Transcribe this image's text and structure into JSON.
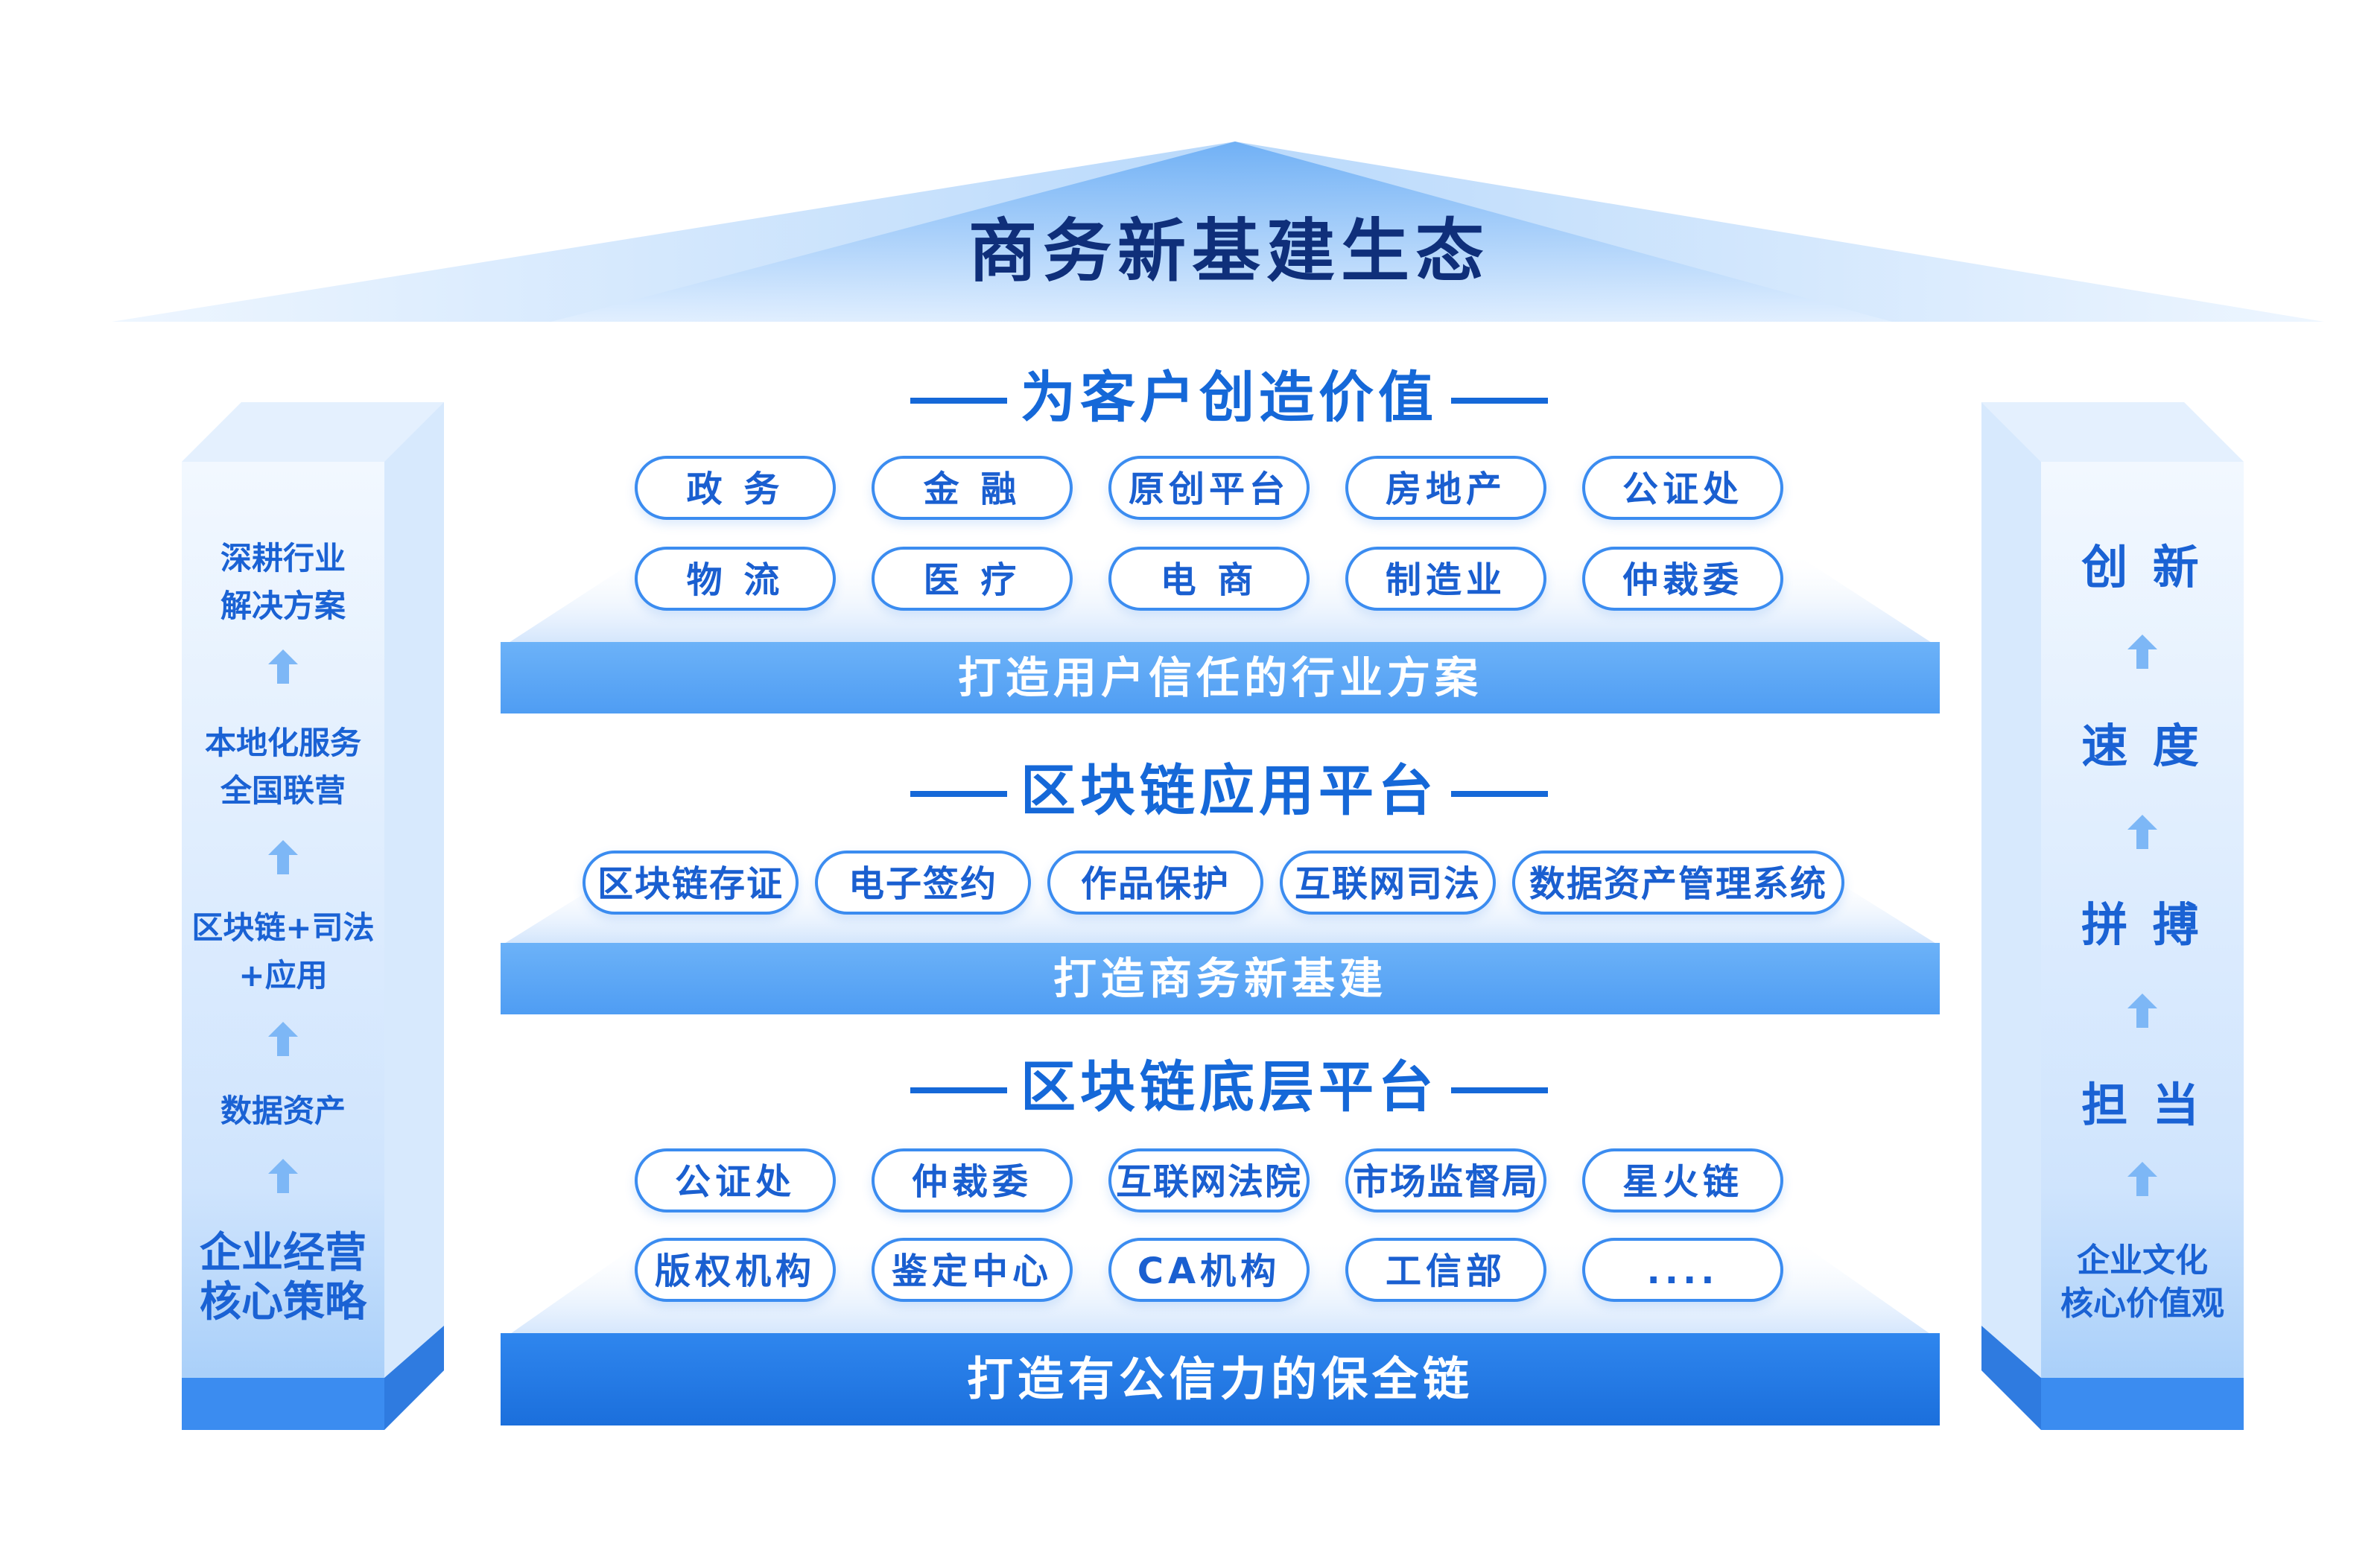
{
  "roof": {
    "title": "商务新基建生态"
  },
  "section1": {
    "title": "为客户创造价值",
    "row1": [
      "政 务",
      "金 融",
      "原创平台",
      "房地产",
      "公证处"
    ],
    "row2": [
      "物 流",
      "医 疗",
      "电 商",
      "制造业",
      "仲裁委"
    ],
    "band": "打造用户信任的行业方案"
  },
  "section2": {
    "title": "区块链应用平台",
    "items": [
      "区块链存证",
      "电子签约",
      "作品保护",
      "互联网司法",
      "数据资产管理系统"
    ],
    "band": "打造商务新基建"
  },
  "section3": {
    "title": "区块链底层平台",
    "row1": [
      "公证处",
      "仲裁委",
      "互联网法院",
      "市场监督局",
      "星火链"
    ],
    "row2": [
      "版权机构",
      "鉴定中心",
      "CA机构",
      "工信部",
      "...."
    ],
    "band": "打造有公信力的保全链"
  },
  "left_pillar": {
    "items": [
      "深耕行业\n解决方案",
      "本地化服务\n全国联营",
      "区块链+司法\n+应用",
      "数据资产",
      "企业经营\n核心策略"
    ]
  },
  "right_pillar": {
    "items": [
      "创 新",
      "速 度",
      "拼 搏",
      "担 当",
      "企业文化\n核心价值观"
    ]
  },
  "colors": {
    "primary": "#1568d8",
    "band_light": "#5fa9f7",
    "band_dark": "#1f78e6",
    "text_dark": "#0f2f7a"
  }
}
